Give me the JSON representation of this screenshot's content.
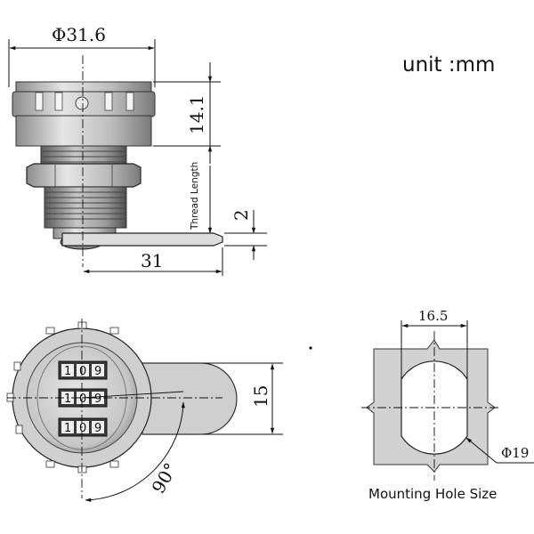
{
  "unit_label": "unit :mm",
  "side_view": {
    "diameter": "Φ31.6",
    "height": "14.1",
    "thread_length": "Thread Length",
    "cam_thickness": "2",
    "cam_length": "31"
  },
  "front_view": {
    "cam_width": "15",
    "rotation": "90°",
    "dial_digits": [
      [
        "1",
        "0",
        "9"
      ],
      [
        "1",
        "0",
        "9"
      ],
      [
        "1",
        "0",
        "9"
      ]
    ]
  },
  "mounting_hole": {
    "width": "16.5",
    "diameter": "Φ19",
    "caption": "Mounting Hole Size"
  },
  "colors": {
    "metal_light": "#dcdcdc",
    "metal_mid": "#b4b4b4",
    "metal_dark": "#6e6e6e",
    "plate": "#d2d2d2",
    "line": "#111111"
  }
}
